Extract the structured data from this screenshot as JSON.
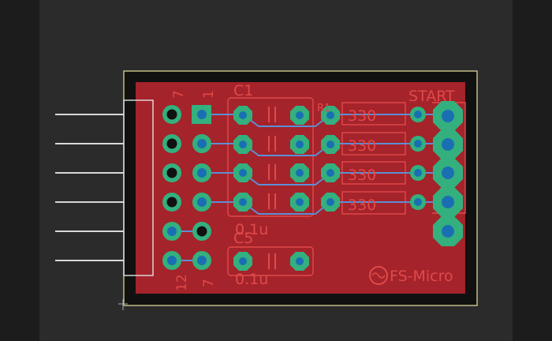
{
  "board": {
    "colors": {
      "viewport_bg": "#2b2b2b",
      "outer_bg": "#1c1c1c",
      "copper_pour": "#a5232a",
      "board_outline": "#cfc78f",
      "silkscreen": "#e04a4a",
      "pad": "#33b07e",
      "drill": "#1a6fb3",
      "trace": "#5c8fd6",
      "header_pin": "#d8d8d8"
    },
    "labels": {
      "cap_top": "C1",
      "cap_bottom": "C5",
      "cap_top_value": "0.1u",
      "cap_bottom_value": "0.1u",
      "resistor_values": [
        "330",
        "330",
        "330",
        "330"
      ],
      "resistor_ref": "R1",
      "button_label": "START",
      "pin_top": "1",
      "pin_top_left": "7",
      "pin_bottom_left": "12",
      "pin_bottom_right": "7",
      "logo_text": "FS-Micro"
    }
  }
}
